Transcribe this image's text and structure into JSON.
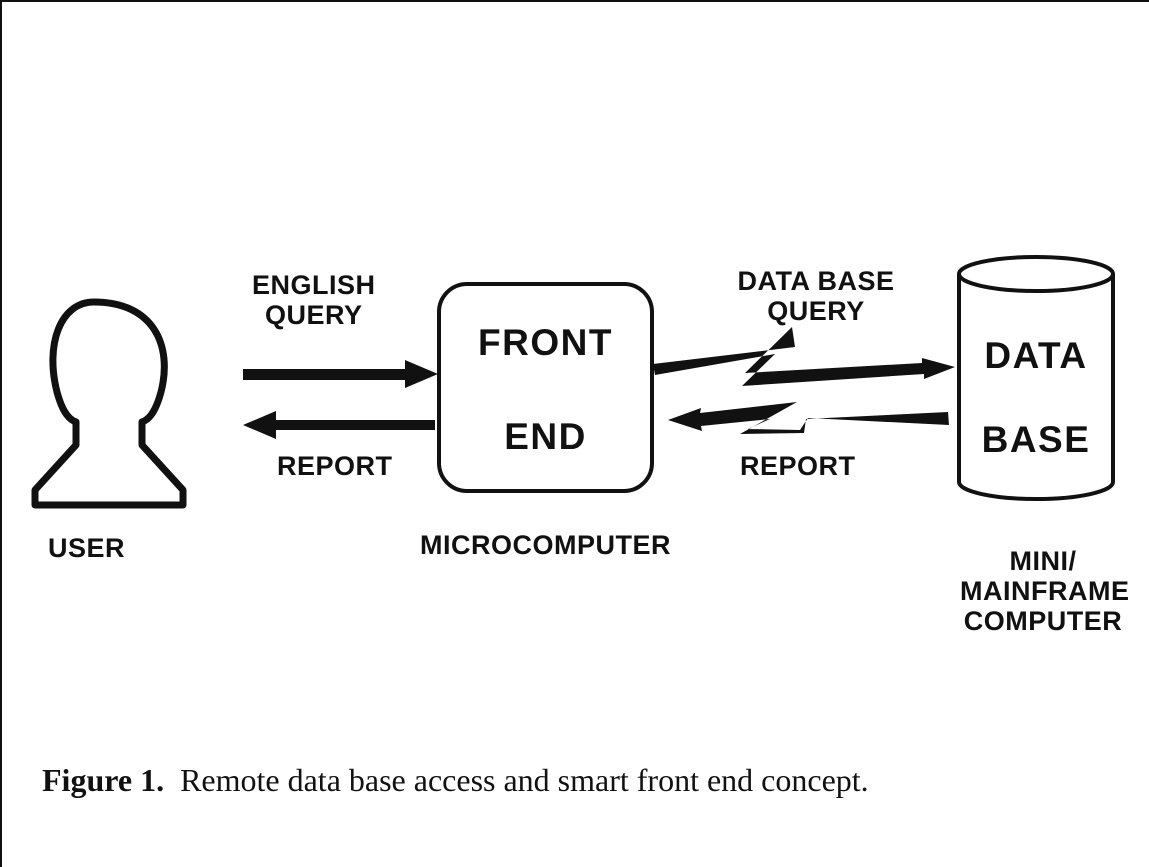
{
  "labels": {
    "english_query": [
      "ENGLISH",
      "QUERY"
    ],
    "report_left": "REPORT",
    "front_end": [
      "FRONT",
      "END"
    ],
    "data_base_query": [
      "DATA BASE",
      "QUERY"
    ],
    "report_right": "REPORT",
    "data_base": [
      "DATA",
      "BASE"
    ],
    "user": "USER",
    "microcomputer": "MICROCOMPUTER",
    "mini_mainframe": [
      "MINI/",
      "MAINFRAME",
      "COMPUTER"
    ]
  },
  "caption": {
    "label": "Figure 1.",
    "text": "Remote data base access and smart front end concept."
  }
}
